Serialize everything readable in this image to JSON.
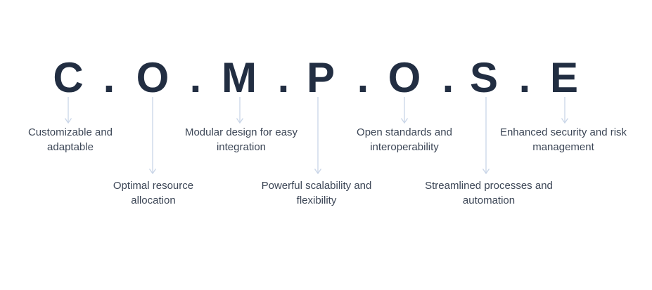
{
  "title": {
    "acronym": "C.O.M.P.O.S.E",
    "separator": "."
  },
  "items": [
    {
      "letter": "C",
      "description": "Customizable and adaptable",
      "lines": [
        "Customizable and",
        "adaptable"
      ],
      "row": "upper"
    },
    {
      "letter": "O",
      "description": "Optimal resource allocation",
      "lines": [
        "Optimal resource",
        "allocation"
      ],
      "row": "lower"
    },
    {
      "letter": "M",
      "description": "Modular design for easy integration",
      "lines": [
        "Modular design for easy",
        "integration"
      ],
      "row": "upper"
    },
    {
      "letter": "P",
      "description": "Powerful scalability and flexibility",
      "lines": [
        "Powerful scalability and",
        "flexibility"
      ],
      "row": "lower"
    },
    {
      "letter": "O",
      "description": "Open standards and interoperability",
      "lines": [
        "Open standards and",
        "interoperability"
      ],
      "row": "upper"
    },
    {
      "letter": "S",
      "description": "Streamlined processes and automation",
      "lines": [
        "Streamlined processes and",
        "automation"
      ],
      "row": "lower"
    },
    {
      "letter": "E",
      "description": "Enhanced security and risk management",
      "lines": [
        "Enhanced security and risk",
        "management"
      ],
      "row": "upper"
    }
  ],
  "colors": {
    "background": "#ffffff",
    "letter": "#222e42",
    "description": "#3c4656",
    "arrow": "#c9d5e7"
  }
}
